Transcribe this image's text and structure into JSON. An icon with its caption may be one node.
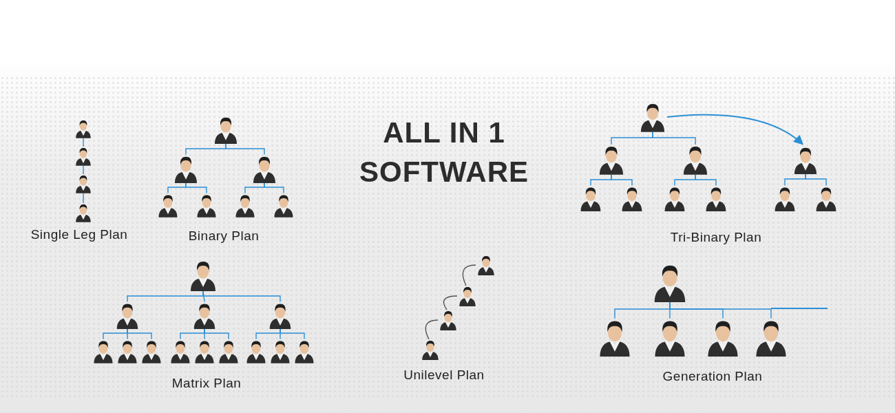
{
  "diagram": {
    "title": "ALL IN 1 SOFTWARE",
    "nodes": [
      {
        "text": [],
        "shape": "person"
      },
      {
        "text": [],
        "shape": "person"
      },
      {
        "text": [],
        "shape": "person"
      },
      {
        "text": [],
        "shape": "person"
      },
      {
        "text": [],
        "shape": "person"
      },
      {
        "text": [],
        "shape": "person"
      },
      {
        "text": [],
        "shape": "person"
      },
      {
        "text": [],
        "shape": "person"
      },
      {
        "text": [],
        "shape": "person"
      },
      {
        "text": [],
        "shape": "person"
      },
      {
        "text": [],
        "shape": "person"
      },
      {
        "text": [],
        "shape": "person"
      },
      {
        "text": [],
        "shape": "person"
      },
      {
        "text": [],
        "shape": "person"
      },
      {
        "text": [],
        "shape": "person"
      },
      {
        "text": [],
        "shape": "person"
      },
      {
        "text": [],
        "shape": "person"
      },
      {
        "text": [],
        "shape": "person"
      },
      {
        "text": [],
        "shape": "person"
      },
      {
        "text": [],
        "shape": "person"
      },
      {
        "text": [],
        "shape": "person"
      },
      {
        "text": [],
        "shape": "person"
      },
      {
        "text": [],
        "shape": "person"
      },
      {
        "text": [],
        "shape": "person"
      },
      {
        "text": [],
        "shape": "person"
      },
      {
        "text": [],
        "shape": "person"
      },
      {
        "text": [],
        "shape": "person"
      },
      {
        "text": [],
        "shape": "person"
      },
      {
        "text": [],
        "shape": "person"
      },
      {
        "text": [],
        "shape": "person"
      },
      {
        "text": [],
        "shape": "person"
      },
      {
        "text": [],
        "shape": "person"
      },
      {
        "text": [],
        "shape": "person"
      },
      {
        "text": [],
        "shape": "person"
      },
      {
        "text": [],
        "shape": "person"
      },
      {
        "text": [],
        "shape": "person"
      },
      {
        "text": [],
        "shape": "person"
      },
      {
        "text": [],
        "shape": "person"
      },
      {
        "text": [],
        "shape": "person"
      },
      {
        "text": [],
        "shape": "person"
      },
      {
        "text": [],
        "shape": "person"
      },
      {
        "text": [],
        "shape": "person"
      },
      {
        "text": [],
        "shape": "person"
      }
    ],
    "edges": [
      {
        "from": 0,
        "to": 1,
        "arrow": "none"
      },
      {
        "from": 1,
        "to": 2,
        "arrow": "none"
      },
      {
        "from": 2,
        "to": 3,
        "arrow": "none"
      },
      {
        "from": 4,
        "to": 5,
        "arrow": "none"
      },
      {
        "from": 4,
        "to": 6,
        "arrow": "none"
      },
      {
        "from": 5,
        "to": 7,
        "arrow": "none"
      },
      {
        "from": 5,
        "to": 8,
        "arrow": "none"
      },
      {
        "from": 6,
        "to": 9,
        "arrow": "none"
      },
      {
        "from": 6,
        "to": 10,
        "arrow": "none"
      },
      {
        "from": 11,
        "to": 12,
        "arrow": "none"
      },
      {
        "from": 11,
        "to": 13,
        "arrow": "none"
      },
      {
        "from": 12,
        "to": 14,
        "arrow": "none"
      },
      {
        "from": 12,
        "to": 15,
        "arrow": "none"
      },
      {
        "from": 13,
        "to": 16,
        "arrow": "none"
      },
      {
        "from": 13,
        "to": 17,
        "arrow": "none"
      },
      {
        "from": 18,
        "to": 19,
        "arrow": "none"
      },
      {
        "from": 18,
        "to": 20,
        "arrow": "none"
      },
      {
        "from": 11,
        "to": 18,
        "arrow": "to"
      },
      {
        "from": 21,
        "to": 22,
        "arrow": "none"
      },
      {
        "from": 21,
        "to": 23,
        "arrow": "none"
      },
      {
        "from": 21,
        "to": 24,
        "arrow": "none"
      },
      {
        "from": 22,
        "to": 25,
        "arrow": "none"
      },
      {
        "from": 22,
        "to": 26,
        "arrow": "none"
      },
      {
        "from": 22,
        "to": 27,
        "arrow": "none"
      },
      {
        "from": 23,
        "to": 28,
        "arrow": "none"
      },
      {
        "from": 23,
        "to": 29,
        "arrow": "none"
      },
      {
        "from": 23,
        "to": 30,
        "arrow": "none"
      },
      {
        "from": 24,
        "to": 31,
        "arrow": "none"
      },
      {
        "from": 24,
        "to": 32,
        "arrow": "none"
      },
      {
        "from": 24,
        "to": 33,
        "arrow": "none"
      },
      {
        "from": 34,
        "to": 35,
        "arrow": "none",
        "color": "#555555"
      },
      {
        "from": 35,
        "to": 36,
        "arrow": "none",
        "color": "#555555"
      },
      {
        "from": 36,
        "to": 37,
        "arrow": "none",
        "color": "#555555"
      },
      {
        "from": 38,
        "to": 39,
        "arrow": "none"
      },
      {
        "from": 38,
        "to": 40,
        "arrow": "none"
      },
      {
        "from": 38,
        "to": 41,
        "arrow": "none"
      },
      {
        "from": 38,
        "to": 42,
        "arrow": "none"
      }
    ],
    "labels": [
      "Single Leg Plan",
      "Binary Plan",
      "Tri-Binary Plan",
      "Matrix Plan",
      "Unilevel Plan",
      "Generation Plan"
    ]
  }
}
